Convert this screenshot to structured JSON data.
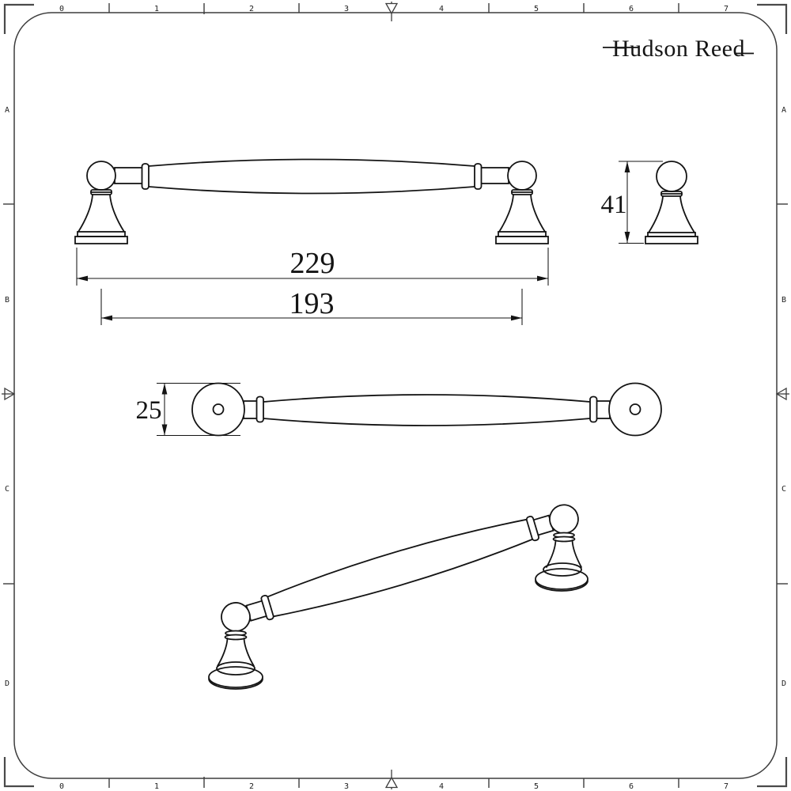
{
  "brand": {
    "name": "Hudson Reed"
  },
  "dimensions": {
    "overall_width": "229",
    "fixing_centres": "193",
    "height": "41",
    "projection": "25"
  },
  "ruler": {
    "top": [
      "0",
      "1",
      "2",
      "3",
      "4",
      "5",
      "6",
      "7"
    ],
    "bottom": [
      "0",
      "1",
      "2",
      "3",
      "4",
      "5",
      "6",
      "7"
    ],
    "left": [
      "A",
      "B",
      "C",
      "D"
    ],
    "right": [
      "A",
      "B",
      "C",
      "D"
    ]
  },
  "colors": {
    "line": "#141414",
    "frame": "#3d3d3d",
    "background": "#ffffff"
  }
}
